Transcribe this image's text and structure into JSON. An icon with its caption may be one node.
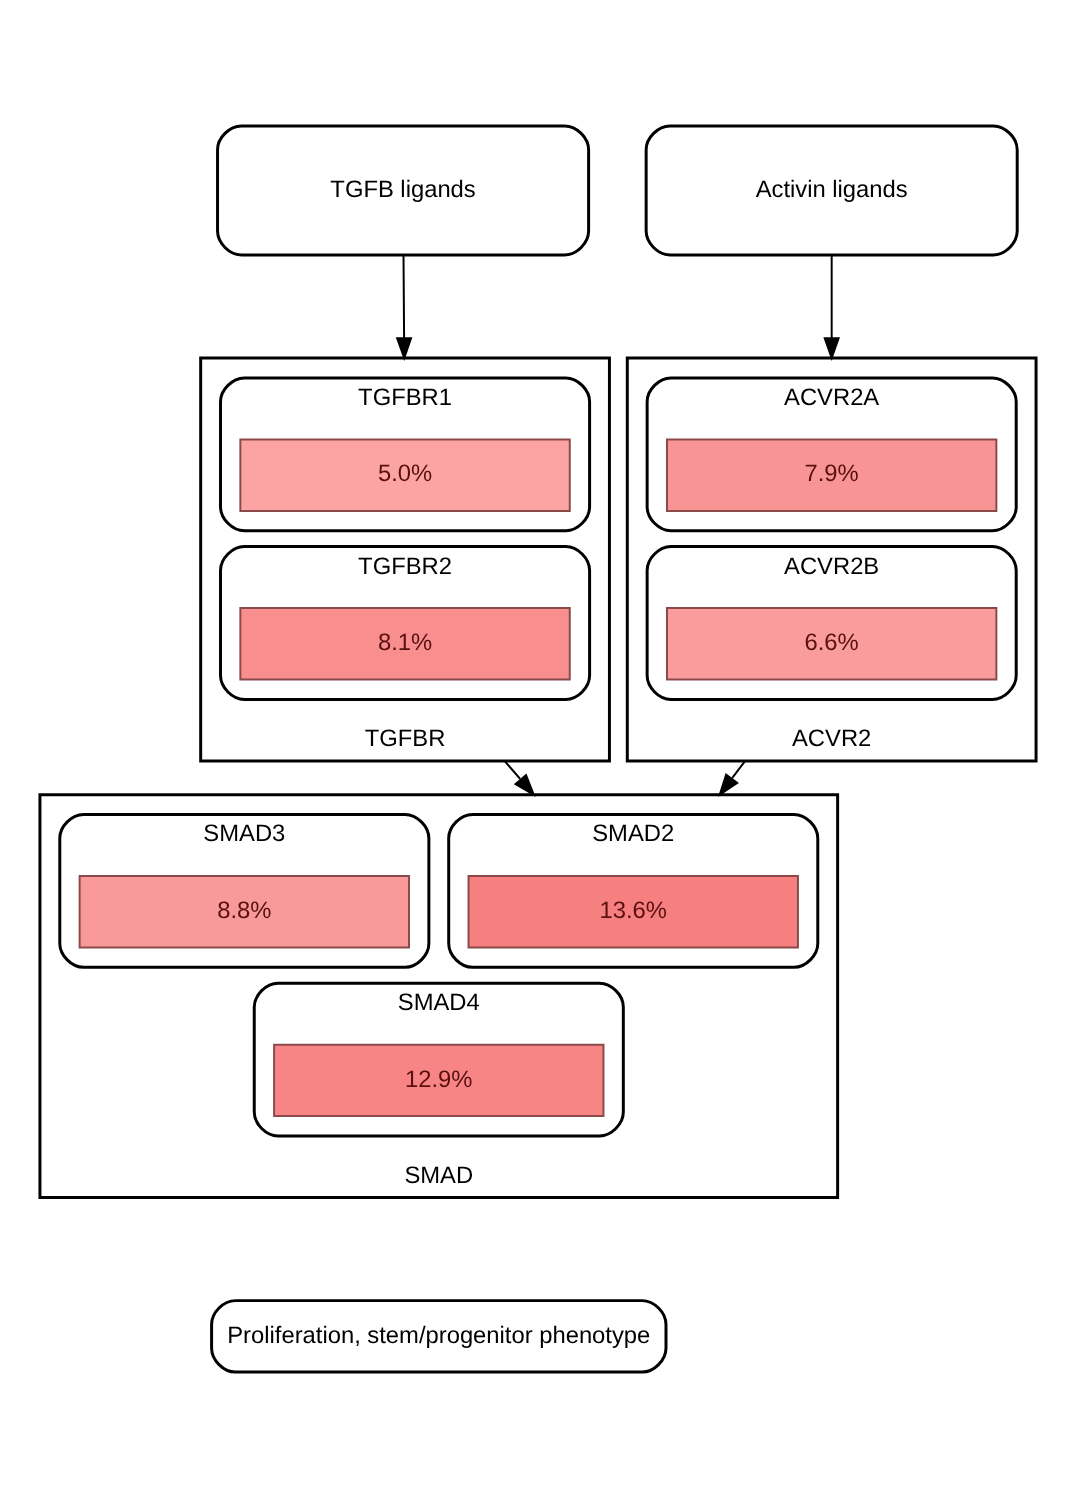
{
  "diagram": {
    "nodes": [
      {
        "text": [
          "TGFB ligands"
        ]
      },
      {
        "text": [
          "Activin ligands"
        ]
      },
      {
        "text": [
          "TGFBR"
        ]
      },
      {
        "text": [
          "TGFBR1"
        ],
        "in": 2
      },
      {
        "text": [
          "5.0%"
        ],
        "in": 3
      },
      {
        "text": [
          "TGFBR2"
        ],
        "in": 2
      },
      {
        "text": [
          "8.1%"
        ],
        "in": 5
      },
      {
        "text": [
          "ACVR2"
        ]
      },
      {
        "text": [
          "ACVR2A"
        ],
        "in": 7
      },
      {
        "text": [
          "7.9%"
        ],
        "in": 8
      },
      {
        "text": [
          "ACVR2B"
        ],
        "in": 7
      },
      {
        "text": [
          "6.6%"
        ],
        "in": 10
      },
      {
        "text": [
          "SMAD"
        ]
      },
      {
        "text": [
          "SMAD2"
        ],
        "in": 12
      },
      {
        "text": [
          "13.6%"
        ],
        "in": 13
      },
      {
        "text": [
          "SMAD3"
        ],
        "in": 12
      },
      {
        "text": [
          "8.8%"
        ],
        "in": 15
      },
      {
        "text": [
          "SMAD4"
        ],
        "in": 12
      },
      {
        "text": [
          "12.9%"
        ],
        "in": 17
      },
      {
        "text": [
          "Proliferation, stem/progenitor phenotype"
        ]
      }
    ],
    "edges": [
      {
        "from": 0,
        "to": 2,
        "arrow": "to"
      },
      {
        "from": 1,
        "to": 7,
        "arrow": "to"
      },
      {
        "from": 2,
        "to": 12,
        "arrow": "to"
      },
      {
        "from": 7,
        "to": 12,
        "arrow": "to"
      }
    ]
  }
}
